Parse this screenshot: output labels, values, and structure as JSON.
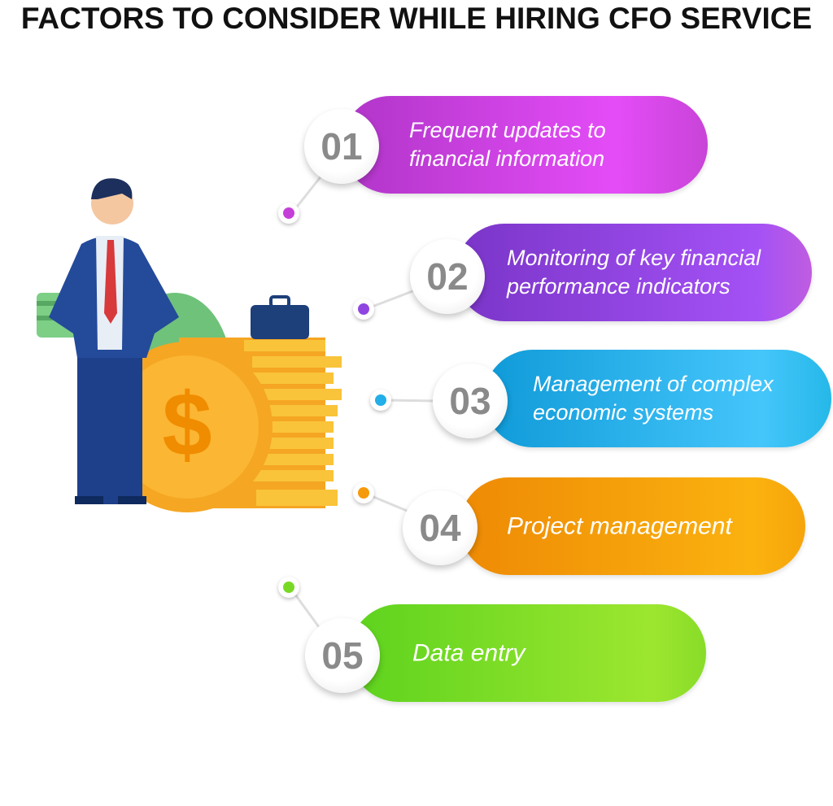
{
  "title": "FACTORS TO CONSIDER WHILE HIRING CFO SERVICE",
  "factors": [
    {
      "number": "01",
      "text": "Frequent updates to\nfinancial information",
      "color": "#c43fd8"
    },
    {
      "number": "02",
      "text": "Monitoring of key financial\nperformance indicators",
      "color": "#8f46e0"
    },
    {
      "number": "03",
      "text": "Management of complex\neconomic systems",
      "color": "#22aee8"
    },
    {
      "number": "04",
      "text": "Project management",
      "color": "#f59a0a"
    },
    {
      "number": "05",
      "text": "Data entry",
      "color": "#78d925"
    }
  ],
  "illustration": {
    "dollar_symbol": "$"
  }
}
